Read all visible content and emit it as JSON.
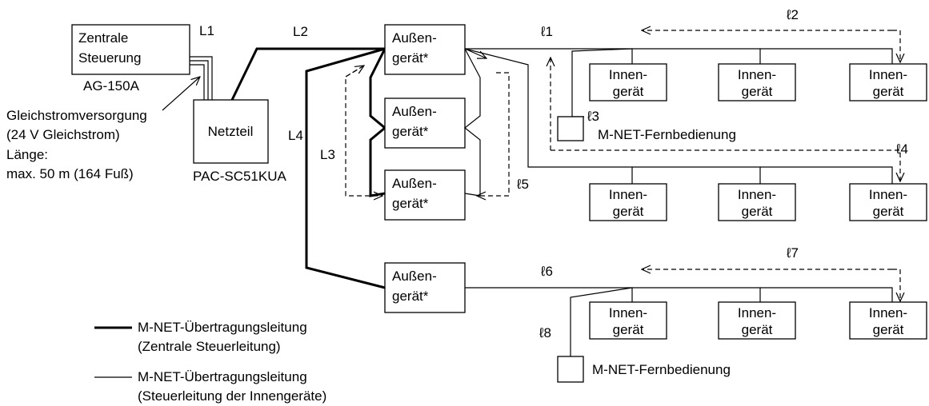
{
  "central_controller": {
    "line1": "Zentrale",
    "line2": "Steuerung",
    "model": "AG-150A"
  },
  "power_supply": {
    "label": "Netzteil",
    "model": "PAC-SC51KUA"
  },
  "dc_supply": {
    "line1": "Gleichstromversorgung",
    "line2": "(24 V Gleichstrom)",
    "line3": "Länge:",
    "line4": "max. 50 m (164 Fuß)"
  },
  "labels": {
    "L1": "L1",
    "L2": "L2",
    "L3": "L3",
    "L4": "L4",
    "l1": "ℓ1",
    "l2": "ℓ2",
    "l3": "ℓ3",
    "l4": "ℓ4",
    "l5": "ℓ5",
    "l6": "ℓ6",
    "l7": "ℓ7",
    "l8": "ℓ8"
  },
  "outdoor_unit": {
    "line1": "Außen-",
    "line2": "gerät*"
  },
  "indoor_unit": {
    "line1": "Innen-",
    "line2": "gerät"
  },
  "remote": {
    "label": "M-NET-Fernbedienung"
  },
  "legend": {
    "thick_line1": "M-NET-Übertragungsleitung",
    "thick_line2": "(Zentrale Steuerleitung)",
    "thin_line1": "M-NET-Übertragungsleitung",
    "thin_line2": "(Steuerleitung der Innengeräte)"
  }
}
